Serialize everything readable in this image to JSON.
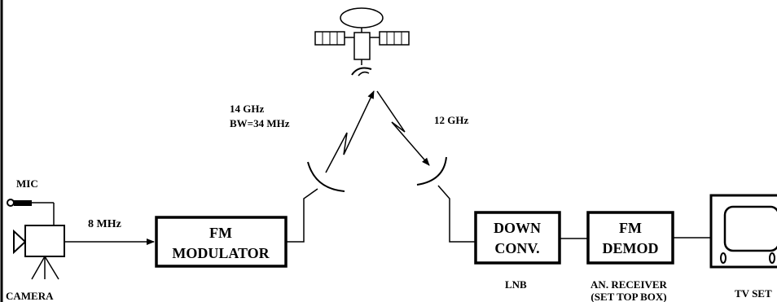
{
  "labels": {
    "mic": "MIC",
    "camera": "CAMERA",
    "baseband_bw": "8 MHz",
    "uplink_freq": "14 GHz",
    "uplink_bw": "BW=34 MHz",
    "downlink_freq": "12 GHz",
    "lnb": "LNB",
    "receiver_line1": "AN. RECEIVER",
    "receiver_line2": "(SET TOP BOX)",
    "tv_set": "TV SET"
  },
  "blocks": {
    "fm_modulator": {
      "line1": "FM",
      "line2": "MODULATOR"
    },
    "down_converter": {
      "line1": "DOWN",
      "line2": "CONV."
    },
    "fm_demodulator": {
      "line1": "FM",
      "line2": "DEMOD"
    }
  }
}
